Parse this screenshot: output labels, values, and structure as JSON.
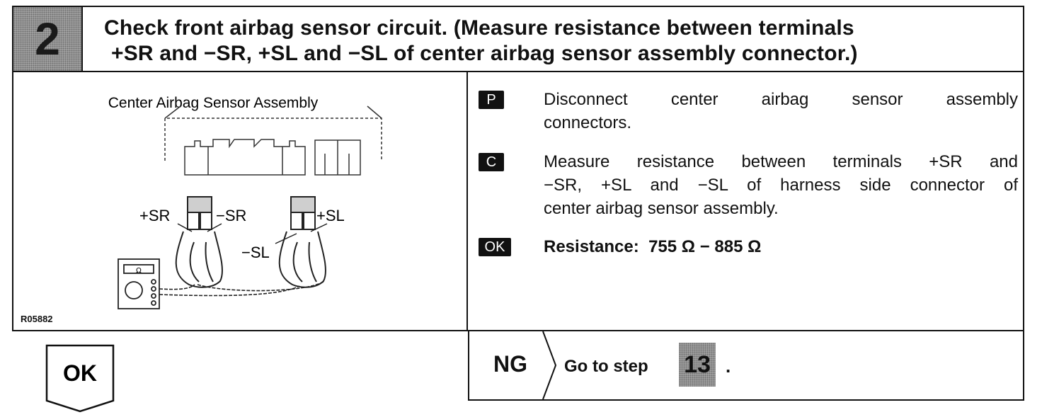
{
  "step": {
    "number": "2",
    "title_line1": "Check front airbag sensor circuit. (Measure resistance between terminals",
    "title_line2": "+SR and −SR, +SL and −SL of center airbag sensor assembly connector.)"
  },
  "illustration": {
    "caption": "Center Airbag Sensor Assembly",
    "labels": {
      "sr_plus": "+SR",
      "sr_minus": "−SR",
      "sl_plus": "+SL",
      "sl_minus": "−SL",
      "meter": "Ω"
    },
    "figure_code": "R05882"
  },
  "instructions": [
    {
      "tag": "P",
      "text_line1": "Disconnect center airbag sensor assembly",
      "text_line2": "connectors."
    },
    {
      "tag": "C",
      "text_line1": "Measure resistance between terminals +SR and",
      "text_line2": "−SR, +SL and −SL of harness side connector of",
      "text_line3": "center airbag sensor assembly."
    },
    {
      "tag": "OK",
      "text": "Resistance:  755 Ω − 885 Ω"
    }
  ],
  "result": {
    "ok_label": "OK",
    "ng_label": "NG",
    "goto_text": "Go to step",
    "goto_step": "13",
    "period": "."
  }
}
